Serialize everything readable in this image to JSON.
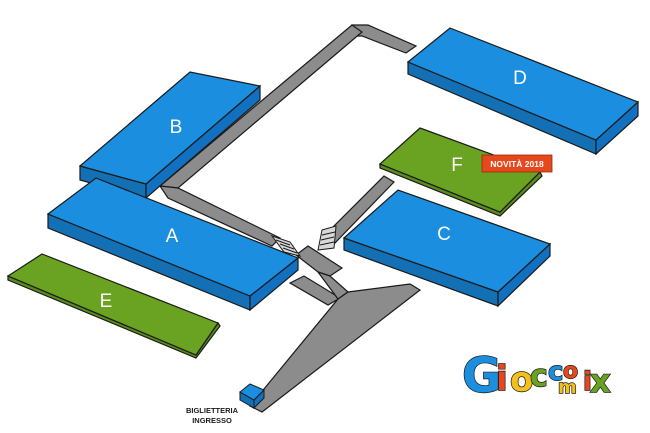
{
  "halls": {
    "a": {
      "label": "A"
    },
    "b": {
      "label": "B"
    },
    "c": {
      "label": "C"
    },
    "d": {
      "label": "D"
    },
    "e": {
      "label": "E"
    },
    "f": {
      "label": "F"
    }
  },
  "badge": {
    "text": "NOVITÀ 2018"
  },
  "ticket_office": {
    "line1": "BIGLIETTERIA",
    "line2": "INGRESSO"
  },
  "logo": {
    "letters": [
      "G",
      "i",
      "o",
      "c",
      "c",
      "o",
      "m",
      "i",
      "x"
    ]
  },
  "colors": {
    "hall_blue": "#1b8ee0",
    "hall_green": "#6aa222",
    "badge_red": "#e5481c",
    "path_gray": "#8c8c8c"
  }
}
